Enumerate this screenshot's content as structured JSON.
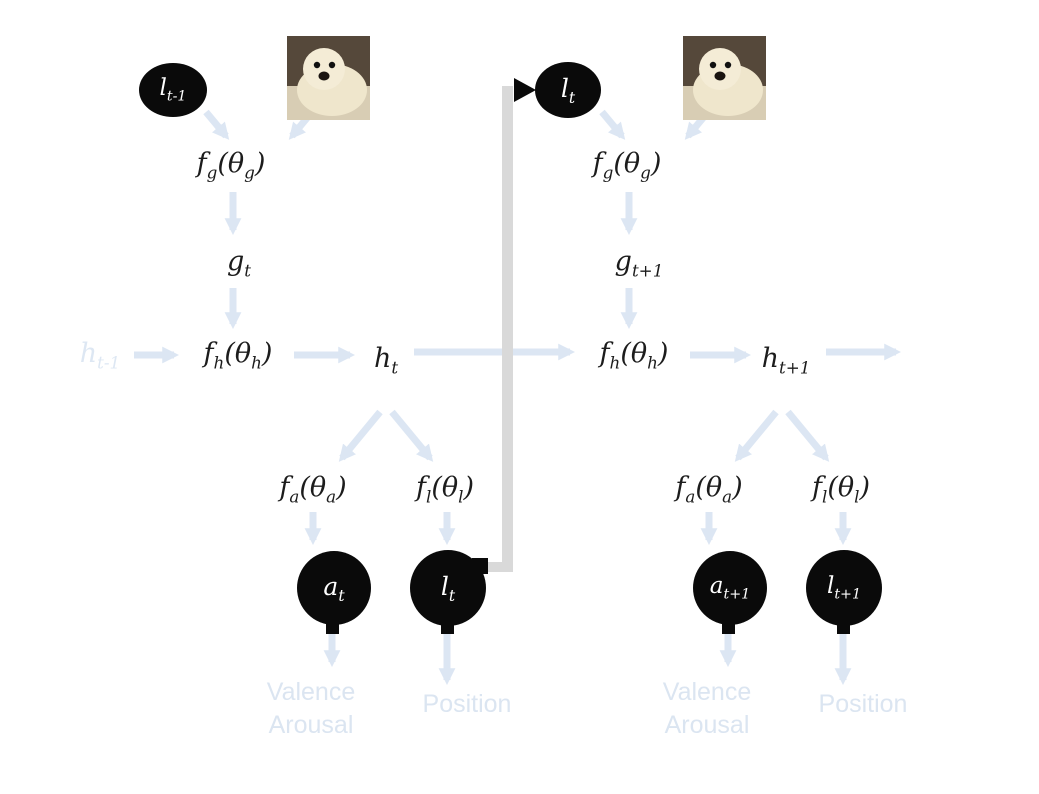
{
  "diagram": {
    "prev_hidden_label": "h_{t-1}",
    "image_alt": "seal-pup-photo",
    "colors": {
      "node_fill": "#0a0a0a",
      "node_text": "#ffffff",
      "faint_arrow": "#dce6f3",
      "faint_text": "#dbe5f1",
      "connector_line": "#d9d9d9"
    },
    "timesteps": [
      {
        "location_input": "l_{t-1}",
        "glimpse_network": "f_g(θ_g)",
        "glimpse_vector": "g_t",
        "core_network": "f_h(θ_h)",
        "hidden_state": "h_t",
        "action_network": "f_a(θ_a)",
        "location_network": "f_l(θ_l)",
        "action_node": "a_t",
        "location_node": "l_t",
        "action_output_label": "Valence\nArousal",
        "location_output_label": "Position"
      },
      {
        "location_input": "l_t",
        "glimpse_network": "f_g(θ_g)",
        "glimpse_vector": "g_{t+1}",
        "core_network": "f_h(θ_h)",
        "hidden_state": "h_{t+1}",
        "action_network": "f_a(θ_a)",
        "location_network": "f_l(θ_l)",
        "action_node": "a_{t+1}",
        "location_node": "l_{t+1}",
        "action_output_label": "Valence\nArousal",
        "location_output_label": "Position"
      }
    ]
  }
}
